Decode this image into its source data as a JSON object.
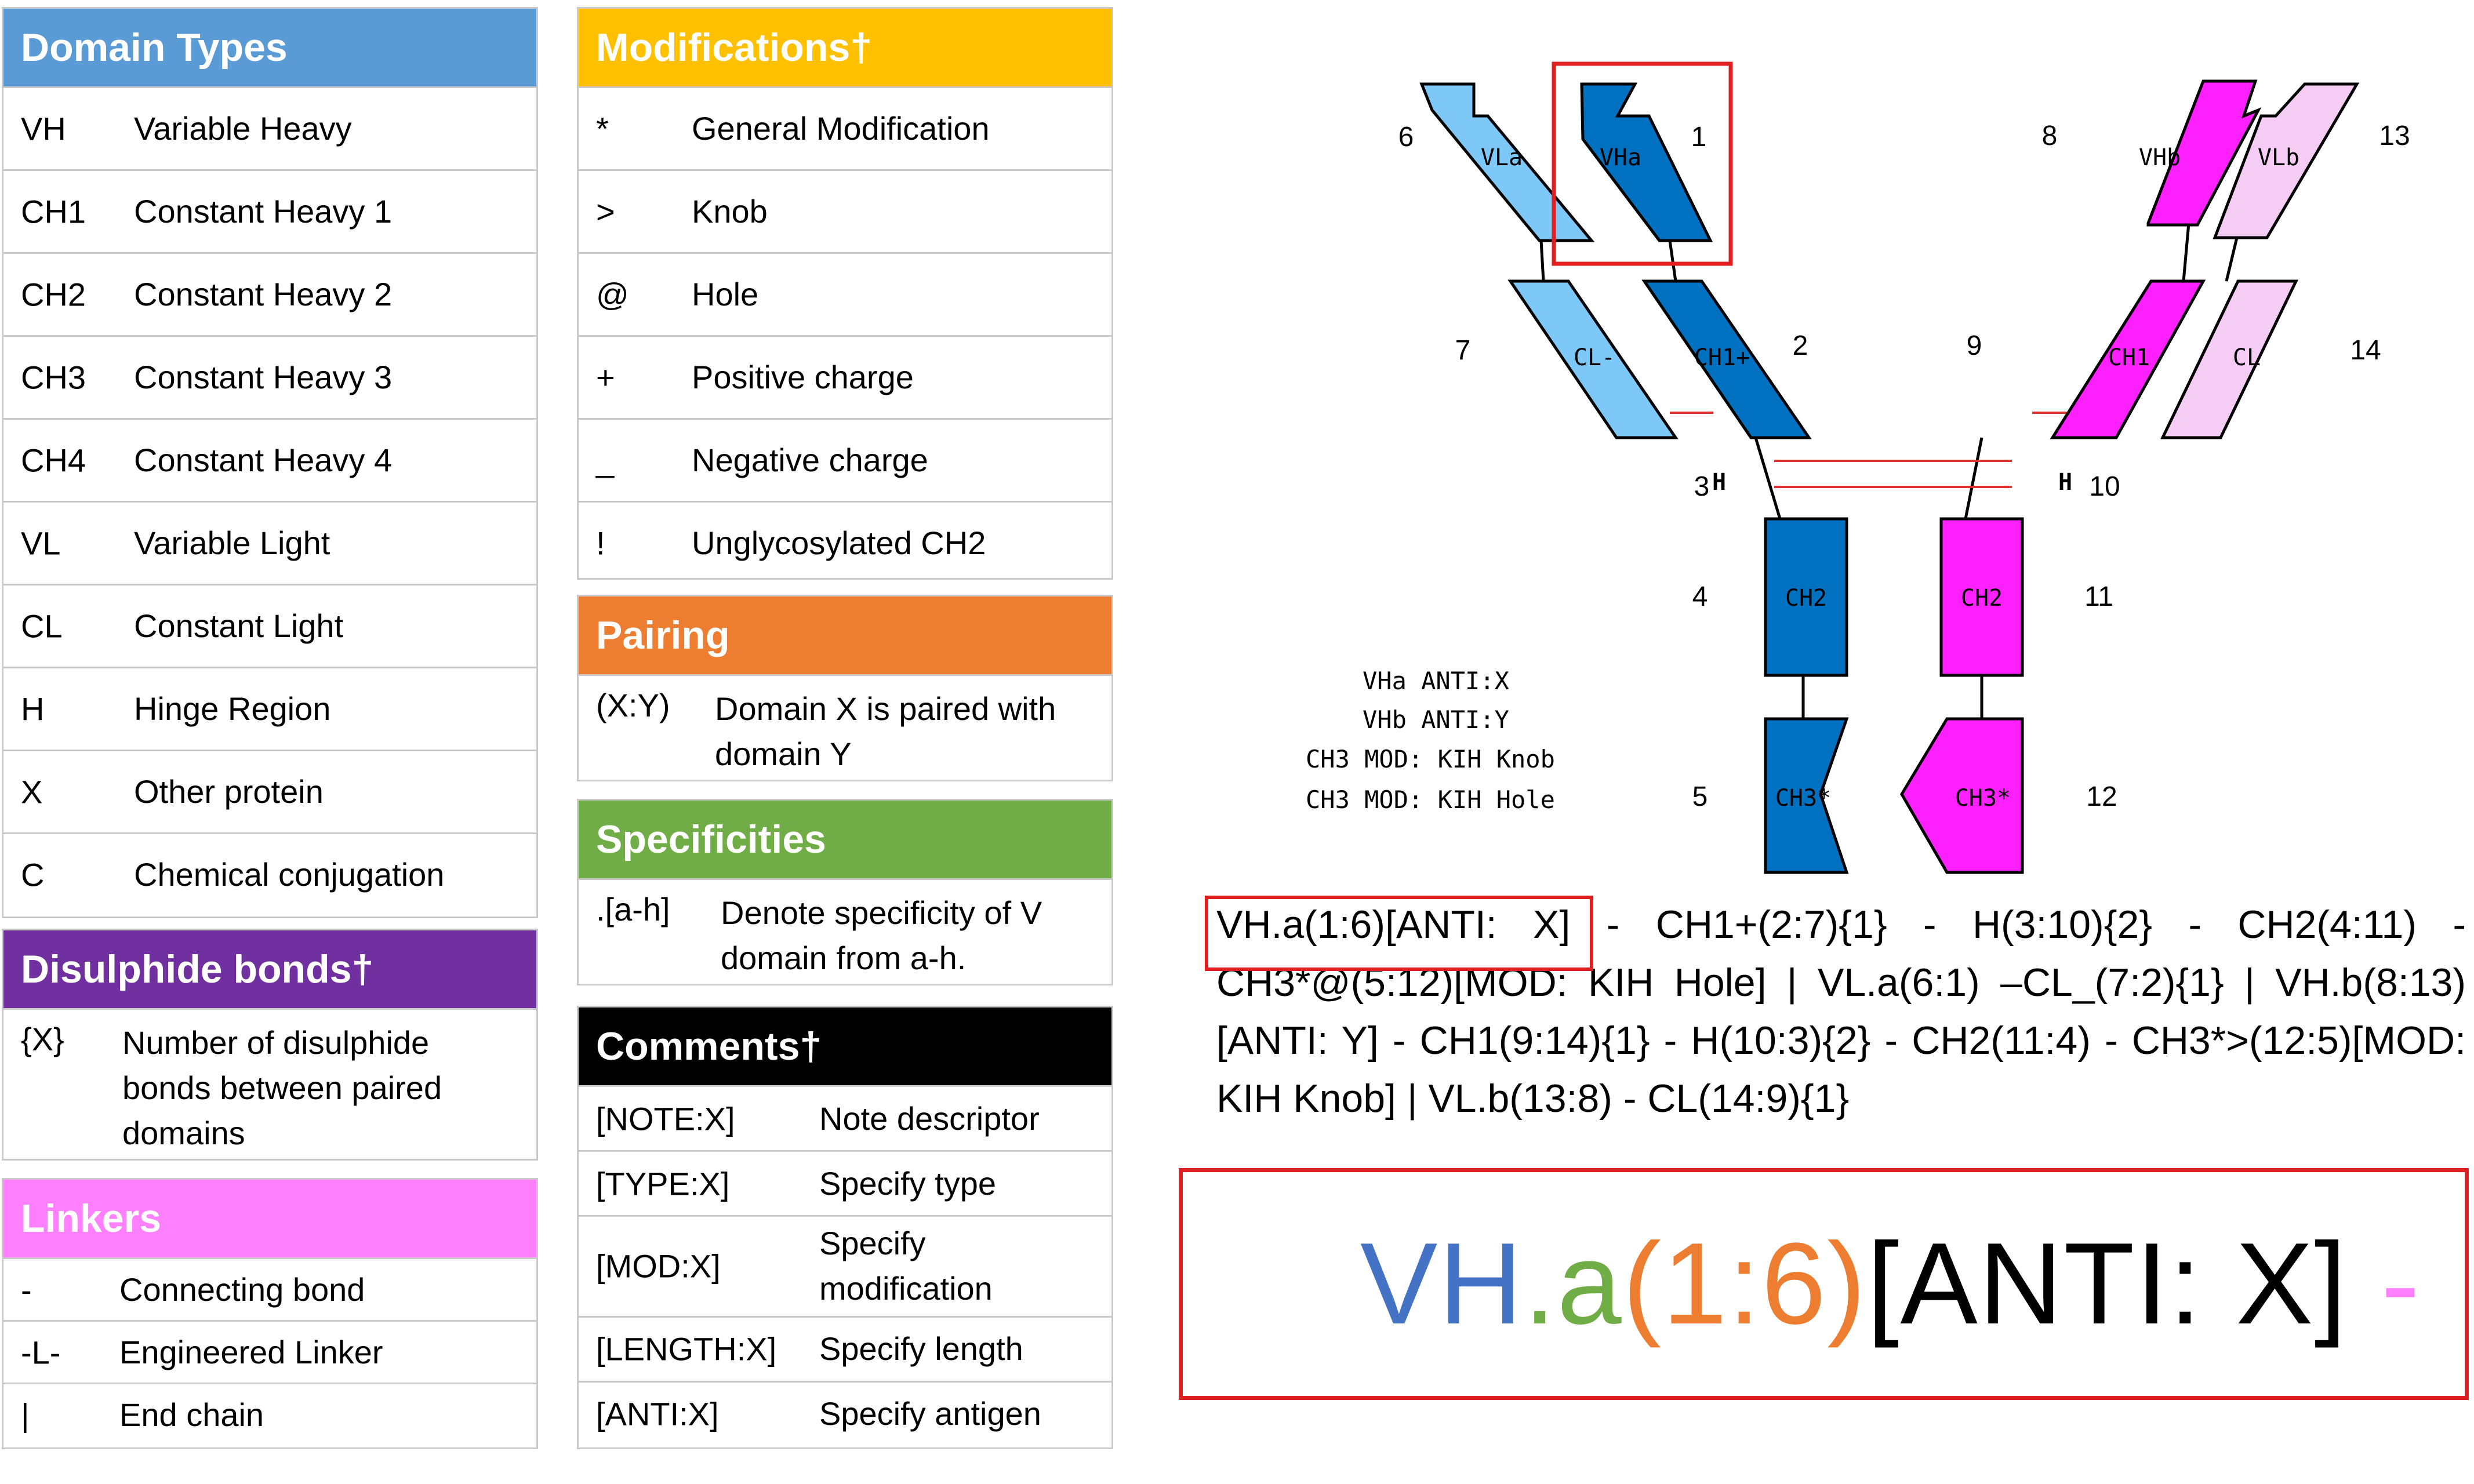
{
  "domain_types": {
    "title": "Domain Types",
    "color": "#5b9bd5",
    "rows": [
      {
        "code": "VH",
        "desc": "Variable Heavy"
      },
      {
        "code": "CH1",
        "desc": "Constant Heavy 1"
      },
      {
        "code": "CH2",
        "desc": "Constant Heavy 2"
      },
      {
        "code": "CH3",
        "desc": "Constant Heavy 3"
      },
      {
        "code": "CH4",
        "desc": "Constant Heavy 4"
      },
      {
        "code": "VL",
        "desc": "Variable Light"
      },
      {
        "code": "CL",
        "desc": "Constant Light"
      },
      {
        "code": "H",
        "desc": "Hinge Region"
      },
      {
        "code": "X",
        "desc": "Other protein"
      },
      {
        "code": "C",
        "desc": "Chemical conjugation"
      }
    ]
  },
  "disulphide": {
    "title": "Disulphide bonds†",
    "color": "#7030a0",
    "rows": [
      {
        "code": "{X}",
        "desc_lines": [
          "Number of disulphide",
          "bonds between paired",
          "domains"
        ]
      }
    ]
  },
  "linkers": {
    "title": "Linkers",
    "color": "#ff80ff",
    "rows": [
      {
        "code": "-",
        "desc": "Connecting bond"
      },
      {
        "code": "-L-",
        "desc": "Engineered Linker"
      },
      {
        "code": "|",
        "desc": "End chain"
      }
    ]
  },
  "modifications": {
    "title": "Modifications†",
    "color": "#ffc000",
    "rows": [
      {
        "code": "*",
        "desc": "General Modification"
      },
      {
        "code": ">",
        "desc": "Knob"
      },
      {
        "code": "@",
        "desc": "Hole"
      },
      {
        "code": "+",
        "desc": "Positive charge"
      },
      {
        "code": "_",
        "desc": "Negative charge"
      },
      {
        "code": "!",
        "desc": "Unglycosylated CH2"
      }
    ]
  },
  "pairing": {
    "title": "Pairing",
    "color": "#ed7d31",
    "rows": [
      {
        "code": "(X:Y)",
        "desc_lines": [
          "Domain X is paired with",
          "domain Y"
        ]
      }
    ]
  },
  "specificities": {
    "title": "Specificities",
    "color": "#70ad47",
    "rows": [
      {
        "code": ".[a-h]",
        "desc_lines": [
          "Denote specificity of V",
          "domain from a-h."
        ]
      }
    ]
  },
  "comments": {
    "title": "Comments†",
    "color": "#000000",
    "rows": [
      {
        "code": "[NOTE:X]",
        "desc": "Note descriptor"
      },
      {
        "code": "[TYPE:X]",
        "desc": "Specify type"
      },
      {
        "code": "[MOD:X]",
        "desc_lines": [
          "Specify",
          "modification"
        ]
      },
      {
        "code": "[LENGTH:X]",
        "desc": "Specify length"
      },
      {
        "code": "[ANTI:X]",
        "desc": "Specify antigen"
      }
    ]
  },
  "diagram": {
    "colors": {
      "dark_blue": "#0070c0",
      "light_blue": "#7ec8f8",
      "magenta": "#ff20ff",
      "light_pink": "#f4ccf4",
      "bond": "#e03030",
      "highlight": "#e02020"
    },
    "domains": {
      "VLa": "VLa",
      "VHa": "VHa",
      "VHb": "VHb",
      "VLb": "VLb",
      "CL_neg": "CL-",
      "CH1_pos": "CH1+",
      "CH1": "CH1",
      "CL": "CL",
      "CH2_a": "CH2",
      "CH2_b": "CH2",
      "CH3_a": "CH3*",
      "CH3_b": "CH3*"
    },
    "numbers": {
      "n1": "1",
      "n2": "2",
      "n3": "3",
      "n4": "4",
      "n5": "5",
      "n6": "6",
      "n7": "7",
      "n8": "8",
      "n9": "9",
      "n10": "10",
      "n11": "11",
      "n12": "12",
      "n13": "13",
      "n14": "14"
    },
    "hinge_labels": {
      "left": "H",
      "right": "H"
    },
    "annotations": [
      "VHa ANTI:X",
      "VHb ANTI:Y",
      "CH3 MOD: KIH Knob",
      "CH3 MOD: KIH Hole"
    ]
  },
  "formula": {
    "text": "VH.a(1:6)[ANTI: X] - CH1+(2:7){1} - H(3:10){2} - CH2(4:11) - CH3*@(5:12)[MOD: KIH Hole] | VL.a(6:1) –CL_(7:2){1} | VH.b(8:13)[ANTI: Y] - CH1(9:14){1} - H(10:3){2} - CH2(11:4) - CH3*>(12:5)[MOD: KIH Knob] | VL.b(13:8) - CL(14:9){1}"
  },
  "big_formula": {
    "parts": [
      {
        "text": "VH",
        "color": "#4472c4"
      },
      {
        "text": ".a",
        "color": "#70ad47"
      },
      {
        "text": "(1:6)",
        "color": "#ed7d31"
      },
      {
        "text": "[ANTI: X]",
        "color": "#000000"
      },
      {
        "text": " -",
        "color": "#ff80ff"
      }
    ]
  }
}
